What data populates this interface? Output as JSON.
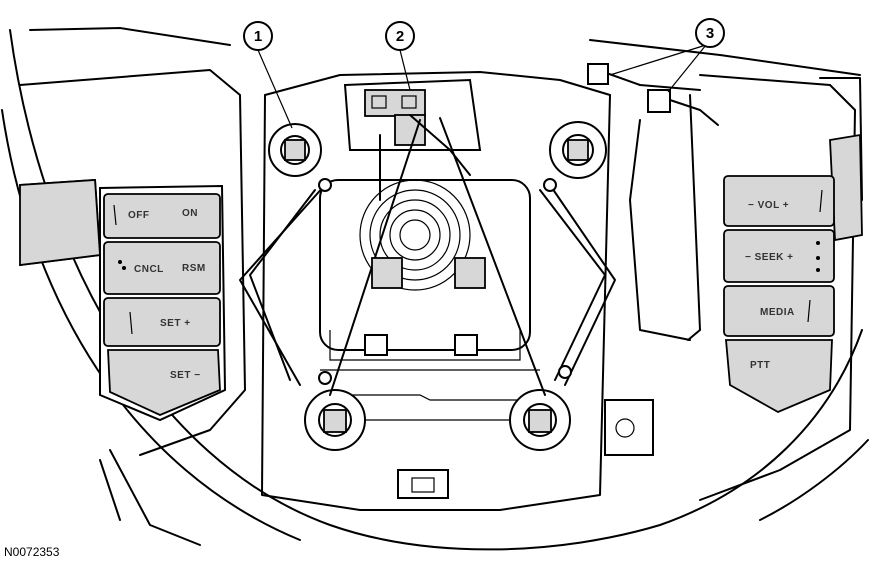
{
  "figure_id": "N0072353",
  "callouts": [
    {
      "number": "1"
    },
    {
      "number": "2"
    },
    {
      "number": "3"
    }
  ],
  "left_switch": {
    "buttons": [
      {
        "label_a": "OFF",
        "label_b": "ON"
      },
      {
        "label_a": "CNCL",
        "label_b": "RSM"
      },
      {
        "label_a": "SET +",
        "label_b": ""
      },
      {
        "label_a": "SET −",
        "label_b": ""
      }
    ]
  },
  "right_switch": {
    "buttons": [
      {
        "label": "−  VOL  +"
      },
      {
        "label": "−  SEEK  +"
      },
      {
        "label": "MEDIA"
      },
      {
        "label": "PTT"
      }
    ]
  }
}
